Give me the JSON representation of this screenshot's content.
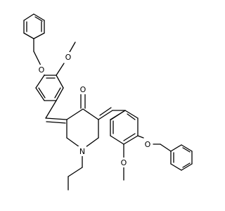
{
  "molecule": {
    "atoms": {
      "o_top_ether": "O",
      "o_top_methoxy": "O",
      "o_ketone": "O",
      "o_right_methoxy": "O",
      "o_right_ether": "O",
      "n_ring": "N"
    }
  }
}
